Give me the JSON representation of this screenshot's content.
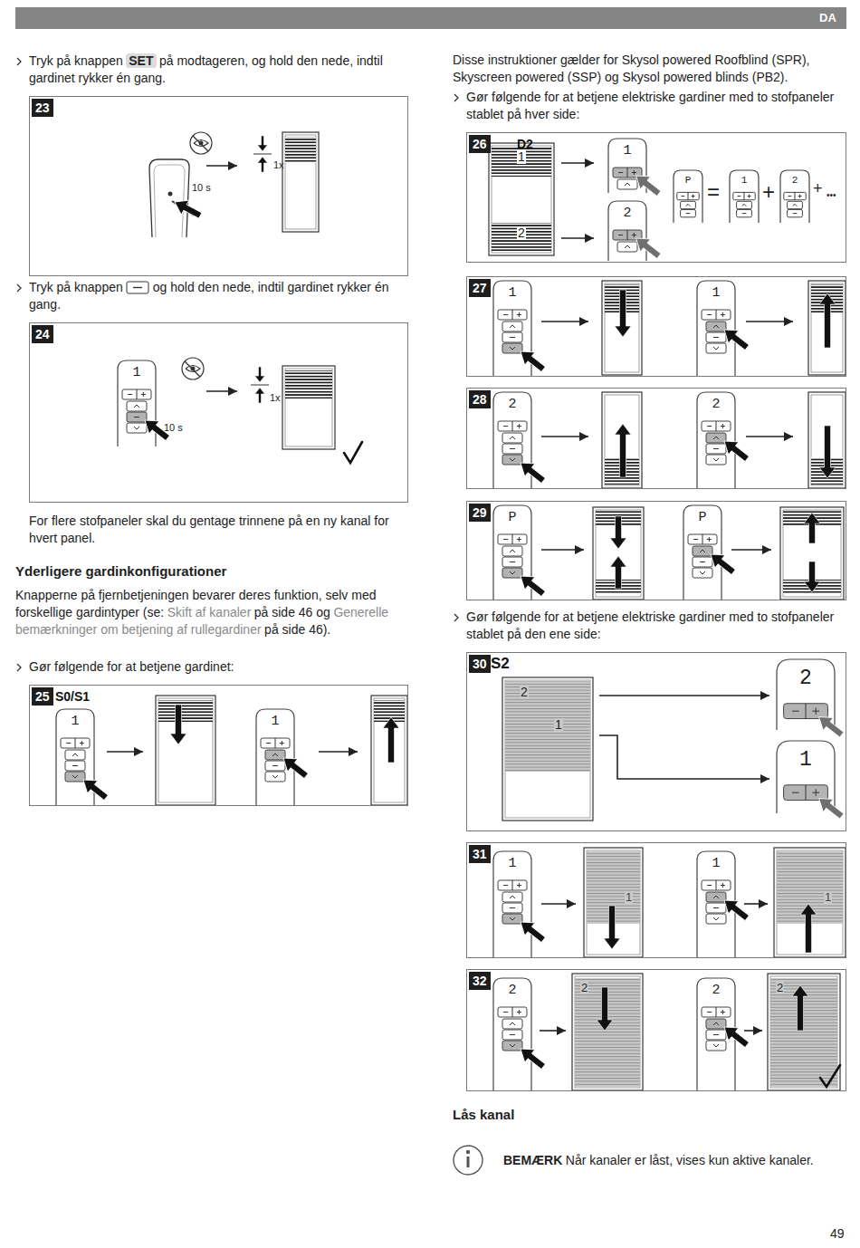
{
  "diagram": {
    "nodes": [
      {
        "text": [
          "23"
        ]
      },
      {
        "text": [
          "24"
        ]
      },
      {
        "text": [
          "25",
          "S0/S1"
        ]
      },
      {
        "text": [
          "26",
          "D2"
        ]
      },
      {
        "text": [
          "27"
        ]
      },
      {
        "text": [
          "28"
        ]
      },
      {
        "text": [
          "29"
        ]
      },
      {
        "text": [
          "30",
          "S2"
        ]
      },
      {
        "text": [
          "31"
        ]
      },
      {
        "text": [
          "32"
        ]
      }
    ],
    "labels": [
      "DA",
      "Tryk på knappen",
      "SET",
      "på modtageren, og hold den nede, indtil gardinet rykker én gang.",
      "10 s",
      "1x",
      "Tryk på knappen",
      "og hold den nede, indtil gardinet rykker én gang.",
      "1",
      "10 s",
      "1x",
      "For flere stofpaneler skal du gentage trinnene på en ny kanal for hvert panel.",
      "Yderligere gardinkonfigurationer",
      "Knapperne på fjernbetjeningen bevarer deres funktion, selv med forskellige gardintyper (se:",
      "Skift af kanaler",
      "på side 46 og",
      "Generelle bemærkninger om betjening af rullegardiner",
      "på side 46).",
      "Gør følgende for at betjene gardinet:",
      "1",
      "1",
      "Disse instruktioner gælder for Skysol powered Roofblind (SPR), Skyscreen powered (SSP) og Skysol powered blinds (PB2).",
      "Gør følgende for at betjene elektriske gardiner med to stofpaneler stablet på hver side:",
      "1",
      "2",
      "P",
      "=",
      "1",
      "+",
      "2",
      "+",
      "•••",
      "1",
      "1",
      "2",
      "2",
      "P",
      "P",
      "Gør følgende for at betjene elektriske gardiner med to stofpaneler stablet på den ene side:",
      "2",
      "1",
      "1",
      "1",
      "2",
      "2",
      "Lås kanal",
      "BEMÆRK",
      "Når kanaler er låst, vises kun aktive kanaler.",
      "49",
      "1",
      "2",
      "2",
      "1",
      "1",
      "1",
      "2",
      "2"
    ]
  }
}
